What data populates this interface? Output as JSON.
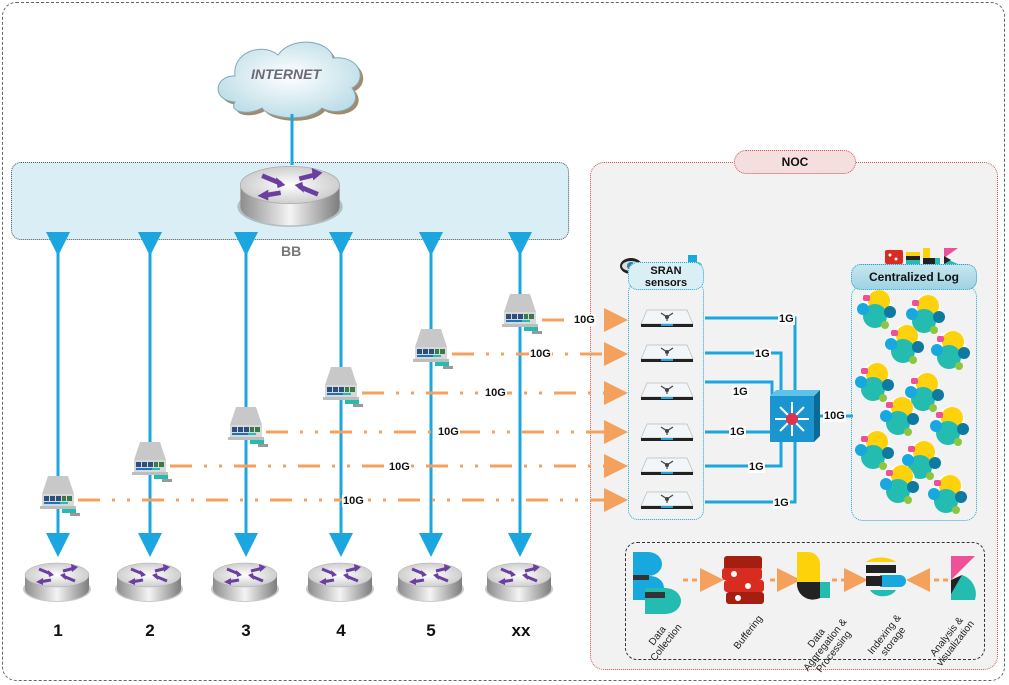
{
  "diagram": {
    "internet_label": "INTERNET",
    "backbone_label": "BB",
    "noc_label": "NOC",
    "sran": {
      "line1": "SRAN",
      "line2": "sensors"
    },
    "central_log_label": "Centralized Log",
    "colors": {
      "link_blue": "#1ba6e0",
      "mirror_orange": "#f4a15d",
      "noc_border": "#d9534f",
      "router_arrow": "#6b3fa0",
      "elastic_yellow": "#fdd20a",
      "elastic_teal": "#24bbb1",
      "elastic_pink": "#ef5098",
      "elastic_blue": "#17a8e0",
      "redis_red": "#d82c20"
    },
    "routers": [
      {
        "label": "1"
      },
      {
        "label": "2"
      },
      {
        "label": "3"
      },
      {
        "label": "4"
      },
      {
        "label": "5"
      },
      {
        "label": "xx"
      }
    ],
    "tap_links": [
      {
        "from_router": "xx",
        "speed": "10G"
      },
      {
        "from_router": "5",
        "speed": "10G"
      },
      {
        "from_router": "4",
        "speed": "10G"
      },
      {
        "from_router": "3",
        "speed": "10G"
      },
      {
        "from_router": "2",
        "speed": "10G"
      },
      {
        "from_router": "1",
        "speed": "10G"
      }
    ],
    "sensor_links": [
      "1G",
      "1G",
      "1G",
      "1G",
      "1G",
      "1G"
    ],
    "switch_uplink": "10G",
    "pipeline": [
      {
        "label": "Data\nCollection",
        "icon": "beats-icon"
      },
      {
        "label": "Buffering",
        "icon": "redis-icon"
      },
      {
        "label": "Data\nAggregation &\nProcessing",
        "icon": "logstash-icon"
      },
      {
        "label": "Indexing &\nstorage",
        "icon": "elasticsearch-icon"
      },
      {
        "label": "Analysis &\nvisualization",
        "icon": "kibana-icon"
      }
    ]
  }
}
